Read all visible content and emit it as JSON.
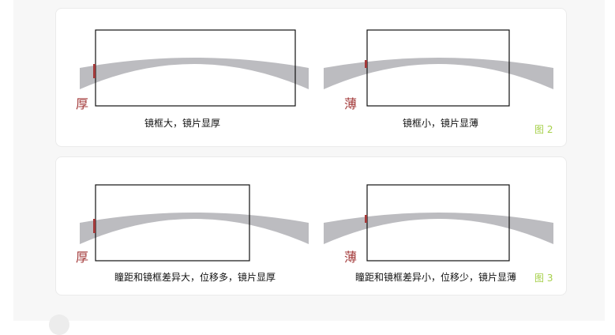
{
  "figures": [
    {
      "id": "fig2",
      "number": "图 2",
      "left": {
        "label": "厚",
        "caption": "镜框大，镜片显厚"
      },
      "right": {
        "label": "薄",
        "caption": "镜框小，镜片显薄"
      }
    },
    {
      "id": "fig3",
      "number": "图 3",
      "left": {
        "label": "厚",
        "caption": "瞳距和镜框差异大，位移多，镜片显厚"
      },
      "right": {
        "label": "薄",
        "caption": "瞳距和镜框差异小，位移少，镜片显薄"
      }
    }
  ],
  "colors": {
    "lens": "#bcbcc0",
    "edge": "#a33a3a",
    "figure_label": "#a6d04a"
  }
}
